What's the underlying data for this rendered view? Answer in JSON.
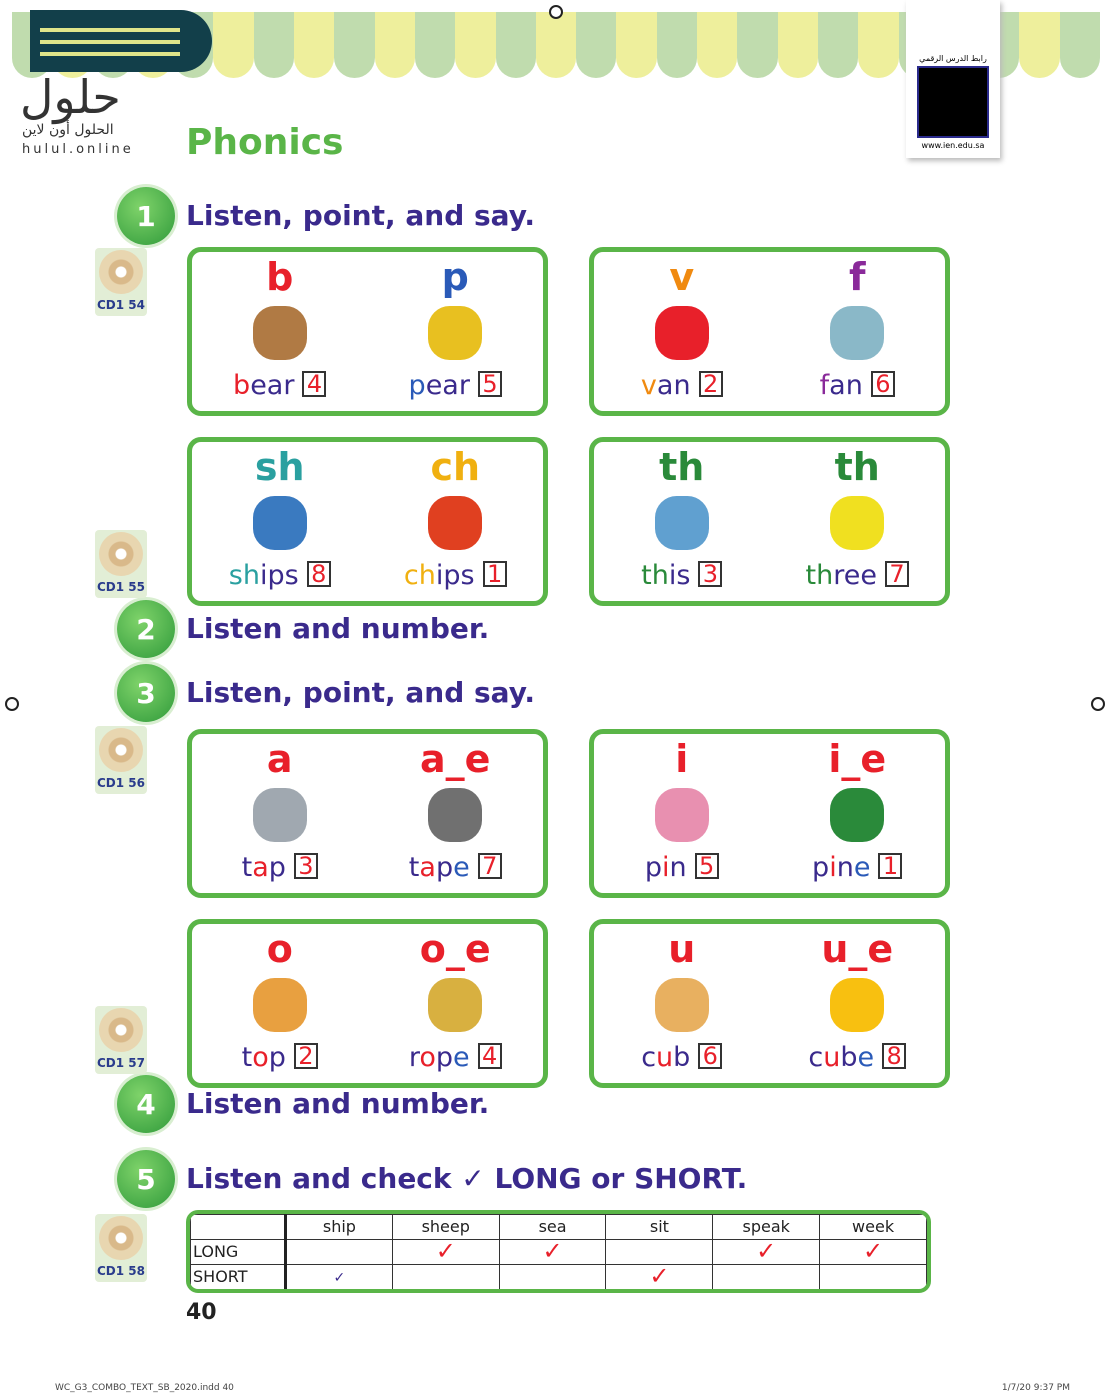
{
  "header": {
    "title": "Phonics",
    "logo_arabic": "حلول",
    "logo_sub": "الحلول أون لاين",
    "logo_url": "hulul.online",
    "qr_caption": "رابط الدرس الرقمي",
    "qr_url": "www.ien.edu.sa"
  },
  "sections": [
    {
      "number": "1",
      "instruction": "Listen, point, and say."
    },
    {
      "number": "2",
      "instruction": "Listen and number."
    },
    {
      "number": "3",
      "instruction": "Listen, point, and say."
    },
    {
      "number": "4",
      "instruction": "Listen and number."
    },
    {
      "number": "5",
      "instruction": "Listen and check ✓ LONG or SHORT."
    }
  ],
  "cd_tracks": [
    "CD1 54",
    "CD1 55",
    "CD1 56",
    "CD1 57",
    "CD1 58"
  ],
  "cards": [
    {
      "items": [
        {
          "letter": "b",
          "lc": "#e8202a",
          "icon": "bear",
          "ic": "#b07a44",
          "parts": [
            {
              "t": "b",
              "c": "#e8202a"
            },
            {
              "t": "ear",
              "c": "#3a2a8c"
            }
          ],
          "n": "4"
        },
        {
          "letter": "p",
          "lc": "#2a5ab8",
          "icon": "pear",
          "ic": "#e8c020",
          "parts": [
            {
              "t": "p",
              "c": "#2a5ab8"
            },
            {
              "t": "ear",
              "c": "#3a2a8c"
            }
          ],
          "n": "5"
        }
      ]
    },
    {
      "items": [
        {
          "letter": "v",
          "lc": "#f08a10",
          "icon": "van",
          "ic": "#e8202a",
          "parts": [
            {
              "t": "v",
              "c": "#f08a10"
            },
            {
              "t": "an",
              "c": "#3a2a8c"
            }
          ],
          "n": "2"
        },
        {
          "letter": "f",
          "lc": "#8a2a9a",
          "icon": "fan",
          "ic": "#8ab8c8",
          "parts": [
            {
              "t": "f",
              "c": "#8a2a9a"
            },
            {
              "t": "an",
              "c": "#3a2a8c"
            }
          ],
          "n": "6"
        }
      ]
    },
    {
      "items": [
        {
          "letter": "sh",
          "lc": "#2aa0a0",
          "icon": "ships",
          "ic": "#3a7ac0",
          "parts": [
            {
              "t": "sh",
              "c": "#2aa0a0"
            },
            {
              "t": "ips",
              "c": "#3a2a8c"
            }
          ],
          "n": "8"
        },
        {
          "letter": "ch",
          "lc": "#f0b010",
          "icon": "chips",
          "ic": "#e04020",
          "parts": [
            {
              "t": "ch",
              "c": "#f0b010"
            },
            {
              "t": "ips",
              "c": "#3a2a8c"
            }
          ],
          "n": "1"
        }
      ]
    },
    {
      "items": [
        {
          "letter": "th",
          "lc": "#2a8a3a",
          "icon": "boy-speaker",
          "ic": "#60a0d0",
          "parts": [
            {
              "t": "th",
              "c": "#2a8a3a"
            },
            {
              "t": "is",
              "c": "#3a2a8c"
            }
          ],
          "n": "3"
        },
        {
          "letter": "th",
          "lc": "#2a8a3a",
          "icon": "number-three",
          "ic": "#f0e020",
          "parts": [
            {
              "t": "th",
              "c": "#2a8a3a"
            },
            {
              "t": "ree",
              "c": "#3a2a8c"
            }
          ],
          "n": "7"
        }
      ]
    },
    {
      "items": [
        {
          "letter": "a",
          "lc": "#e8202a",
          "icon": "tap",
          "ic": "#a0a8b0",
          "parts": [
            {
              "t": "t",
              "c": "#3a2a8c"
            },
            {
              "t": "a",
              "c": "#e8202a"
            },
            {
              "t": "p",
              "c": "#3a2a8c"
            }
          ],
          "n": "3"
        },
        {
          "letter": "a_e",
          "lc": "#e8202a",
          "icon": "tape",
          "ic": "#707070",
          "parts": [
            {
              "t": "t",
              "c": "#3a2a8c"
            },
            {
              "t": "a",
              "c": "#e8202a"
            },
            {
              "t": "p",
              "c": "#3a2a8c"
            },
            {
              "t": "e",
              "c": "#2a5ab8"
            }
          ],
          "n": "7"
        }
      ]
    },
    {
      "items": [
        {
          "letter": "i",
          "lc": "#e8202a",
          "icon": "pin",
          "ic": "#e890b0",
          "parts": [
            {
              "t": "p",
              "c": "#3a2a8c"
            },
            {
              "t": "i",
              "c": "#e8202a"
            },
            {
              "t": "n",
              "c": "#3a2a8c"
            }
          ],
          "n": "5"
        },
        {
          "letter": "i_e",
          "lc": "#e8202a",
          "icon": "pine",
          "ic": "#2a8a3a",
          "parts": [
            {
              "t": "p",
              "c": "#3a2a8c"
            },
            {
              "t": "i",
              "c": "#e8202a"
            },
            {
              "t": "n",
              "c": "#3a2a8c"
            },
            {
              "t": "e",
              "c": "#2a5ab8"
            }
          ],
          "n": "1"
        }
      ]
    },
    {
      "items": [
        {
          "letter": "o",
          "lc": "#e8202a",
          "icon": "top",
          "ic": "#e8a040",
          "parts": [
            {
              "t": "t",
              "c": "#3a2a8c"
            },
            {
              "t": "o",
              "c": "#e8202a"
            },
            {
              "t": "p",
              "c": "#3a2a8c"
            }
          ],
          "n": "2"
        },
        {
          "letter": "o_e",
          "lc": "#e8202a",
          "icon": "rope",
          "ic": "#d8b040",
          "parts": [
            {
              "t": "r",
              "c": "#3a2a8c"
            },
            {
              "t": "o",
              "c": "#e8202a"
            },
            {
              "t": "p",
              "c": "#3a2a8c"
            },
            {
              "t": "e",
              "c": "#2a5ab8"
            }
          ],
          "n": "4"
        }
      ]
    },
    {
      "items": [
        {
          "letter": "u",
          "lc": "#e8202a",
          "icon": "cub",
          "ic": "#e8b060",
          "parts": [
            {
              "t": "c",
              "c": "#3a2a8c"
            },
            {
              "t": "u",
              "c": "#e8202a"
            },
            {
              "t": "b",
              "c": "#3a2a8c"
            }
          ],
          "n": "6"
        },
        {
          "letter": "u_e",
          "lc": "#e8202a",
          "icon": "cube",
          "ic": "#f8c010",
          "parts": [
            {
              "t": "c",
              "c": "#3a2a8c"
            },
            {
              "t": "u",
              "c": "#e8202a"
            },
            {
              "t": "b",
              "c": "#3a2a8c"
            },
            {
              "t": "e",
              "c": "#2a5ab8"
            }
          ],
          "n": "8"
        }
      ]
    }
  ],
  "table": {
    "columns": [
      "ship",
      "sheep",
      "sea",
      "sit",
      "speak",
      "week"
    ],
    "rows": [
      {
        "label": "LONG",
        "checks": [
          false,
          true,
          true,
          false,
          true,
          true
        ]
      },
      {
        "label": "SHORT",
        "checks": [
          "small",
          false,
          false,
          true,
          false,
          false
        ]
      }
    ],
    "check": "✓"
  },
  "page_number": "40",
  "footer": {
    "left": "WC_G3_COMBO_TEXT_SB_2020.indd 40",
    "right": "1/7/20 9:37 PM"
  }
}
